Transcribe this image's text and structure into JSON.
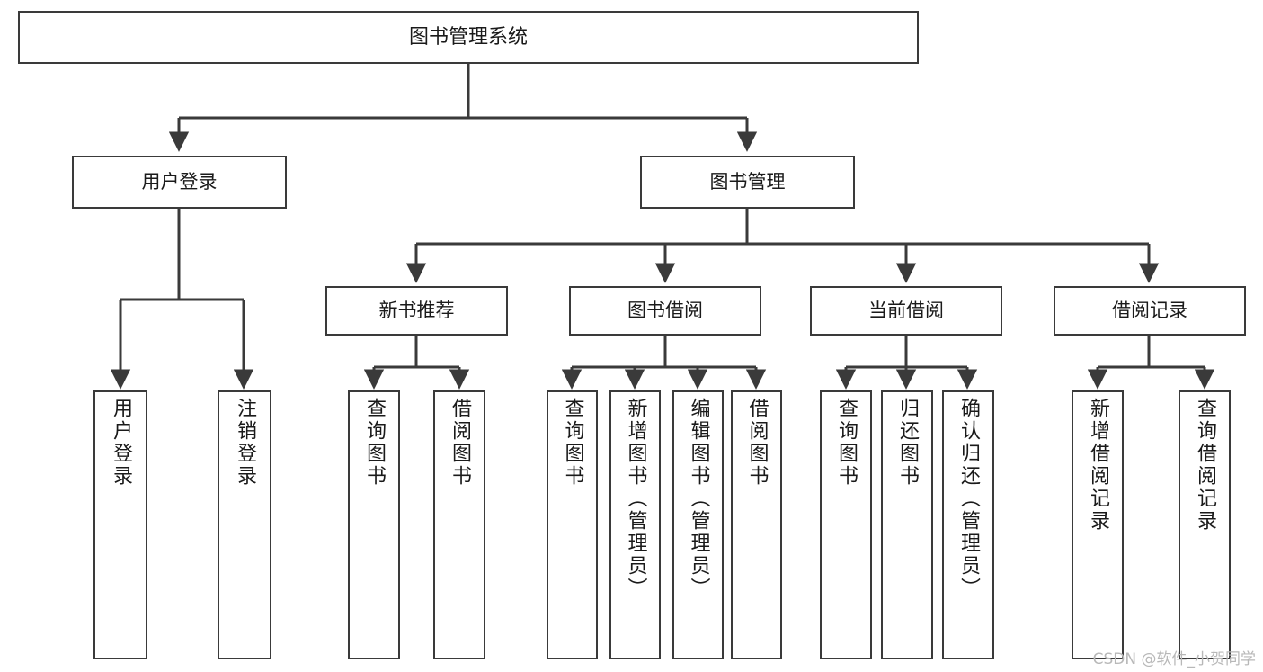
{
  "diagram": {
    "type": "tree",
    "title": "图书管理系统",
    "watermark": "CSDN @软件_小贺同学",
    "colors": {
      "node_border": "#3a3a3a",
      "node_fill": "#ffffff",
      "edge": "#3a3a3a",
      "text": "#1a1a1a",
      "watermark": "#b8b8b8",
      "background": "#ffffff"
    },
    "nodes": {
      "root": {
        "label": "图书管理系统"
      },
      "level1": [
        {
          "id": "user-login",
          "label": "用户登录"
        },
        {
          "id": "book-manage",
          "label": "图书管理"
        }
      ],
      "level2": [
        {
          "id": "new-book-rec",
          "label": "新书推荐"
        },
        {
          "id": "book-borrow",
          "label": "图书借阅"
        },
        {
          "id": "current-borrow",
          "label": "当前借阅"
        },
        {
          "id": "borrow-record",
          "label": "借阅记录"
        }
      ],
      "leaves": {
        "user_login": [
          {
            "id": "leaf-user-login",
            "label": "用户登录"
          },
          {
            "id": "leaf-logout-login",
            "label": "注销登录"
          }
        ],
        "new_book_rec": [
          {
            "id": "leaf-query-book-1",
            "label": "查询图书"
          },
          {
            "id": "leaf-borrow-book-1",
            "label": "借阅图书"
          }
        ],
        "book_borrow": [
          {
            "id": "leaf-query-book-2",
            "label": "查询图书"
          },
          {
            "id": "leaf-add-book",
            "label": "新增图书（管理员）"
          },
          {
            "id": "leaf-edit-book",
            "label": "编辑图书（管理员）"
          },
          {
            "id": "leaf-borrow-book-2",
            "label": "借阅图书"
          }
        ],
        "current_borrow": [
          {
            "id": "leaf-query-book-3",
            "label": "查询图书"
          },
          {
            "id": "leaf-return-book",
            "label": "归还图书"
          },
          {
            "id": "leaf-confirm-return",
            "label": "确认归还（管理员）"
          }
        ],
        "borrow_record": [
          {
            "id": "leaf-add-record",
            "label": "新增借阅记录"
          },
          {
            "id": "leaf-query-record",
            "label": "查询借阅记录"
          }
        ]
      }
    }
  }
}
